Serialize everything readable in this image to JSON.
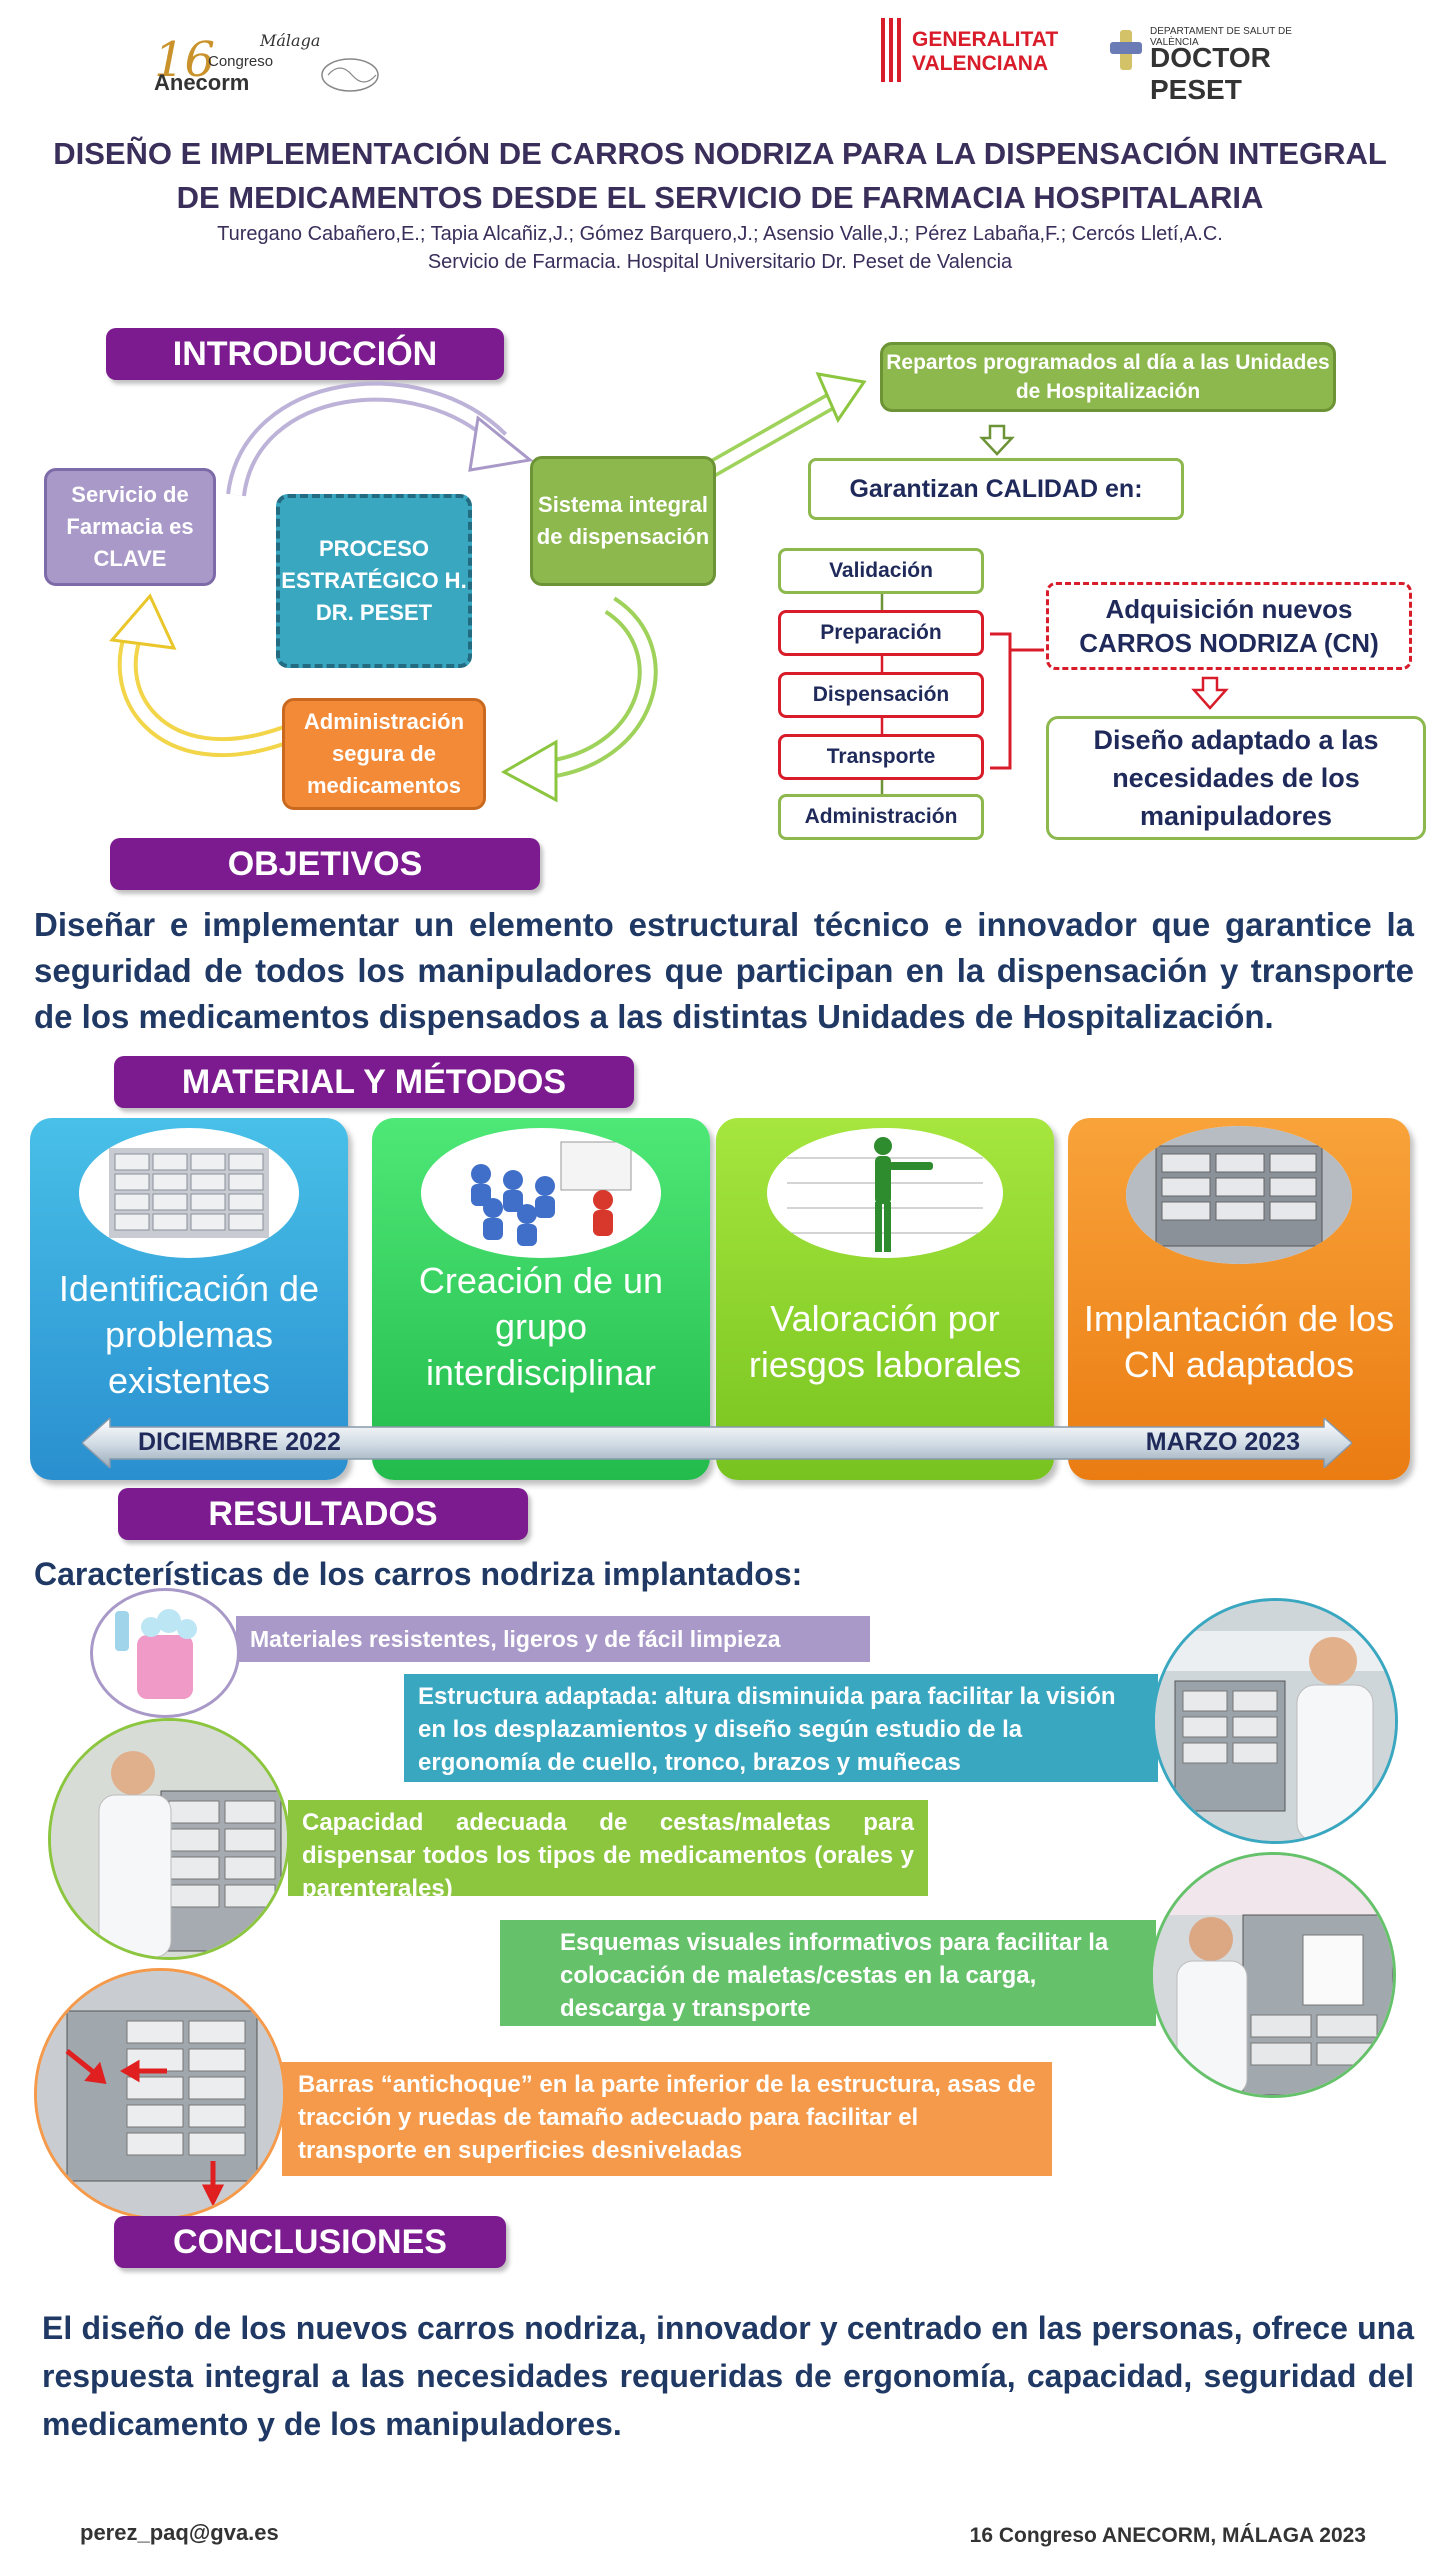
{
  "logos": {
    "anecorm_text": "16 Congreso Anecorm",
    "anecorm_city": "Málaga",
    "anecorm_number": "16",
    "gva_line1": "GENERALITAT",
    "gva_line2": "VALENCIANA",
    "peset_line1": "DEPARTAMENT DE SALUT DE VALÈNCIA",
    "peset_line2": "DOCTOR PESET"
  },
  "header": {
    "title_line1": "DISEÑO E IMPLEMENTACIÓN DE CARROS NODRIZA PARA LA DISPENSACIÓN INTEGRAL",
    "title_line2": "DE MEDICAMENTOS DESDE EL SERVICIO DE FARMACIA HOSPITALARIA",
    "authors": "Turegano Cabañero,E.; Tapia Alcañiz,J.; Gómez Barquero,J.; Asensio Valle,J.; Pérez Labaña,F.; Cercós Lletí,A.C.",
    "affiliation": "Servicio de Farmacia. Hospital Universitario Dr. Peset de Valencia"
  },
  "sections": {
    "intro": "INTRODUCCIÓN",
    "objetivos": "OBJETIVOS",
    "metodos": "MATERIAL Y MÉTODOS",
    "resultados": "RESULTADOS",
    "conclusiones": "CONCLUSIONES"
  },
  "intro": {
    "servicio": "Servicio de Farmacia es CLAVE",
    "proceso": "PROCESO ESTRATÉGICO H. DR. PESET",
    "sistema": "Sistema integral de dispensación",
    "administracion": "Administración segura de medicamentos",
    "repartos": "Repartos programados al día a las Unidades de Hospitalización",
    "garantizan": "Garantizan CALIDAD en:",
    "steps": [
      "Validación",
      "Preparación",
      "Dispensación",
      "Transporte",
      "Administración"
    ],
    "adquisicion": "Adquisición nuevos CARROS NODRIZA (CN)",
    "diseno": "Diseño adaptado a las necesidades de los manipuladores"
  },
  "objetivos_text": "Diseñar e implementar un elemento estructural técnico e innovador que garantice la seguridad de todos los manipuladores que participan en la dispensación y transporte de los medicamentos dispensados a las distintas Unidades de Hospitalización.",
  "metodos": {
    "cards": [
      {
        "label": "Identificación de problemas existentes",
        "color": "#2e9fd9"
      },
      {
        "label": "Creación de un grupo interdisciplinar",
        "color": "#2ecc55"
      },
      {
        "label": "Valoración por riesgos laborales",
        "color": "#8fd12c"
      },
      {
        "label": "Implantación de los CN adaptados",
        "color": "#f08a1c"
      }
    ],
    "timeline_start": "DICIEMBRE 2022",
    "timeline_end": "MARZO 2023"
  },
  "resultados": {
    "subtitle": "Características de los carros nodriza implantados:",
    "items": [
      {
        "text": "Materiales resistentes, ligeros y de fácil limpieza",
        "color": "#a999c8"
      },
      {
        "text": "Estructura adaptada: altura disminuida para facilitar la visión en los desplazamientos y diseño según estudio de la ergonomía de cuello, tronco, brazos y muñecas",
        "color": "#3aa7c1"
      },
      {
        "text": "Capacidad adecuada de cestas/maletas para dispensar todos los tipos de medicamentos (orales y parenterales)",
        "color": "#8cc63f"
      },
      {
        "text": "Esquemas visuales informativos para facilitar la colocación de maletas/cestas en la carga, descarga y transporte",
        "color": "#66c26a"
      },
      {
        "text": "Barras “antichoque” en la parte inferior de la estructura, asas de tracción y ruedas de tamaño adecuado para facilitar el transporte en superficies desniveladas",
        "color": "#f5994a"
      }
    ]
  },
  "conclusiones_text": "El diseño de los nuevos carros nodriza, innovador y centrado en las personas, ofrece una respuesta integral a las necesidades requeridas de ergonomía, capacidad, seguridad del medicamento y de los manipuladores.",
  "footer": {
    "email": "perez_paq@gva.es",
    "event": "16 Congreso ANECORM, MÁLAGA 2023"
  }
}
